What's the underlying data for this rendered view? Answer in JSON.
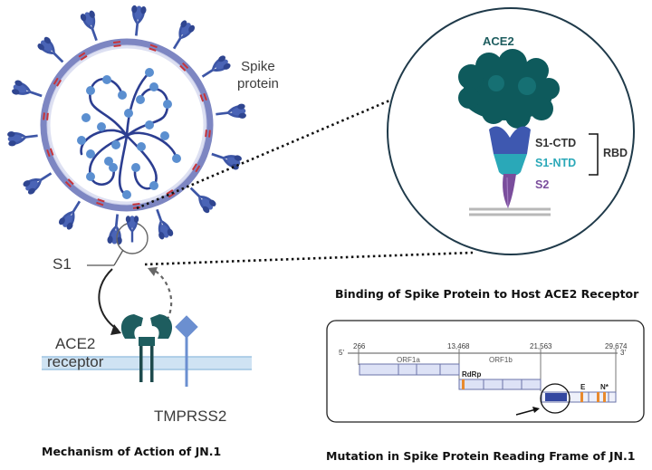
{
  "virus": {
    "spike_label_line1": "Spike",
    "spike_label_line2": "protein",
    "s1_label": "S1",
    "ace2_receptor_line1": "ACE2",
    "ace2_receptor_line2": "receptor",
    "tmprss2_label": "TMPRSS2"
  },
  "inset": {
    "ace2_label": "ACE2",
    "s1_ctd": "S1-CTD",
    "s1_ntd": "S1-NTD",
    "s2": "S2",
    "rbd": "RBD"
  },
  "genome": {
    "five_prime": "5'",
    "three_prime": "3'",
    "pos_266": "266",
    "pos_13468": "13,468",
    "pos_21563": "21,563",
    "pos_29674": "29,674",
    "orf1a": "ORF1a",
    "orf1b": "ORF1b",
    "rdrp": "RdRp",
    "e": "E",
    "n": "N*"
  },
  "captions": {
    "mechanism": "Mechanism of Action of JN.1",
    "binding": "Binding of Spike Protein to Host ACE2 Receptor",
    "mutation": "Mutation in Spike Protein Reading Frame of JN.1"
  },
  "colors": {
    "spike_blue": "#3d56a6",
    "envelope": "#8b93c9",
    "ace2_teal": "#1e5d5f",
    "ntd_teal": "#2aa8b8",
    "s2_purple": "#7a4d9c",
    "orange_mutation": "#e88a2e"
  }
}
